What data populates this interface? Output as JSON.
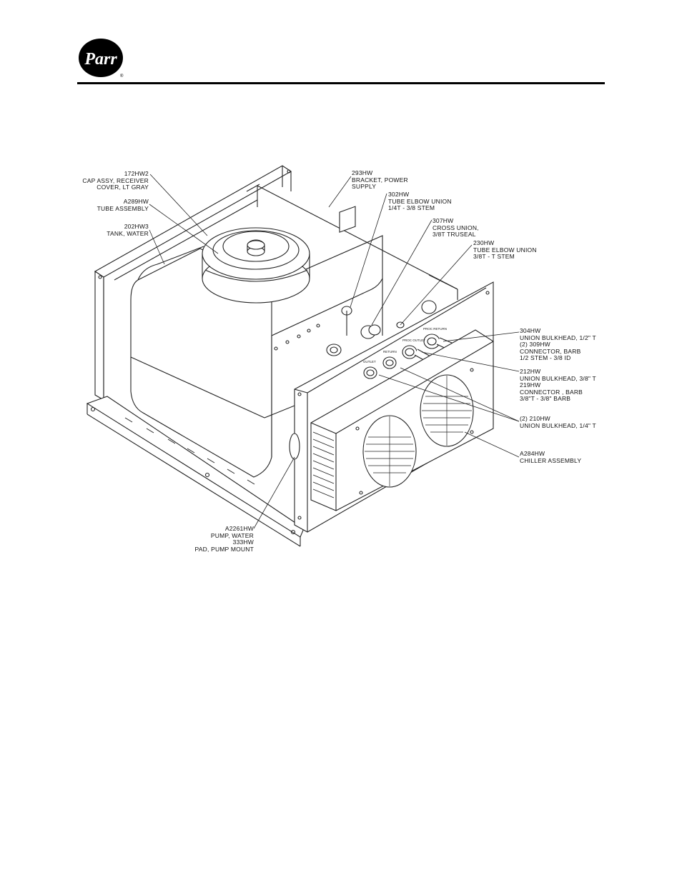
{
  "logo": {
    "text": "Parr"
  },
  "callouts": {
    "c172hw2": [
      "172HW2",
      "CAP ASSY, RECEIVER",
      "COVER, LT GRAY"
    ],
    "a289hw": [
      "A289HW",
      "TUBE ASSEMBLY"
    ],
    "c202hw3": [
      "202HW3",
      "TANK, WATER"
    ],
    "c293hw": [
      "293HW",
      "BRACKET, POWER",
      "SUPPLY"
    ],
    "c302hw": [
      "302HW",
      "TUBE ELBOW UNION",
      "1/4T - 3/8 STEM"
    ],
    "c307hw": [
      "307HW",
      "CROSS UNION,",
      "3/8T TRUSEAL"
    ],
    "c230hw": [
      "230HW",
      "TUBE ELBOW UNION",
      "3/8T - T STEM"
    ],
    "c304hw": [
      "304HW",
      "UNION BULKHEAD, 1/2\" T",
      "(2) 309HW",
      "CONNECTOR, BARB",
      "1/2 STEM - 3/8 ID"
    ],
    "c212hw": [
      "212HW",
      "UNION BULKHEAD, 3/8\" T",
      "219HW",
      "CONNECTOR , BARB",
      "3/8\"T - 3/8\" BARB"
    ],
    "c210hw": [
      "(2) 210HW",
      "UNION BULKHEAD, 1/4\" T"
    ],
    "a284hw": [
      "A284HW",
      "CHILLER ASSEMBLY"
    ],
    "a2261hw": [
      "A2261HW",
      "PUMP, WATER",
      "333HW",
      "PAD, PUMP MOUNT"
    ]
  },
  "panel_labels": [
    "OUTLET",
    "RETURN",
    "PROC OUTLET",
    "PROC RETURN"
  ]
}
